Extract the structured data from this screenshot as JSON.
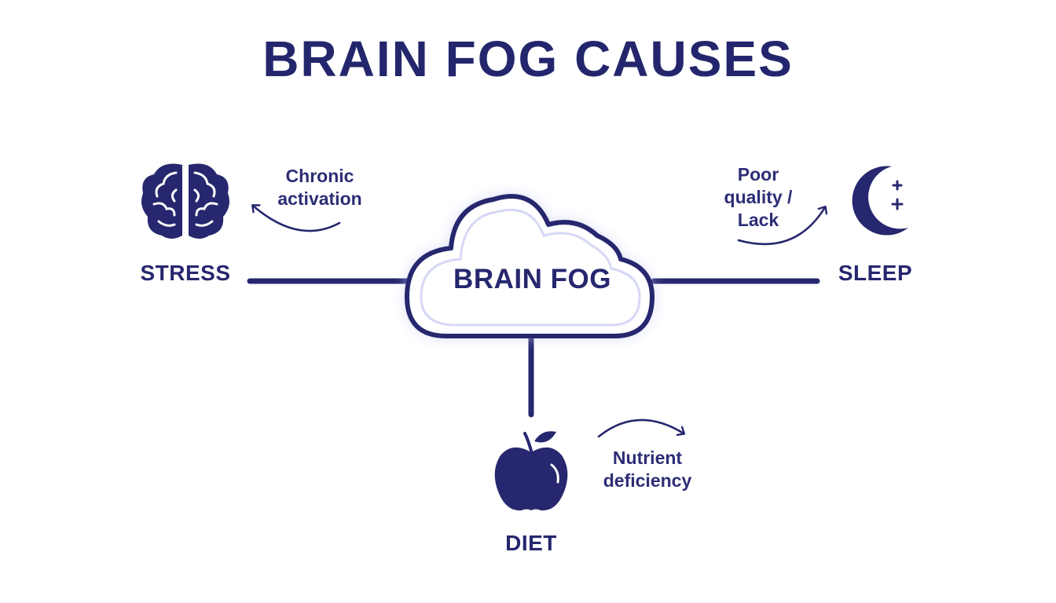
{
  "title": "BRAIN FOG CAUSES",
  "center": {
    "label": "BRAIN FOG"
  },
  "causes": [
    {
      "label": "STRESS",
      "note_lines": [
        "Chronic",
        "activation"
      ],
      "icon": "brain-icon"
    },
    {
      "label": "SLEEP",
      "note_lines": [
        "Poor",
        "quality /",
        "Lack"
      ],
      "icon": "moon-icon"
    },
    {
      "label": "DIET",
      "note_lines": [
        "Nutrient",
        "deficiency"
      ],
      "icon": "apple-icon"
    }
  ],
  "colors": {
    "primary": "#26276e",
    "glow": "#c8caf5",
    "background": "#ffffff"
  }
}
